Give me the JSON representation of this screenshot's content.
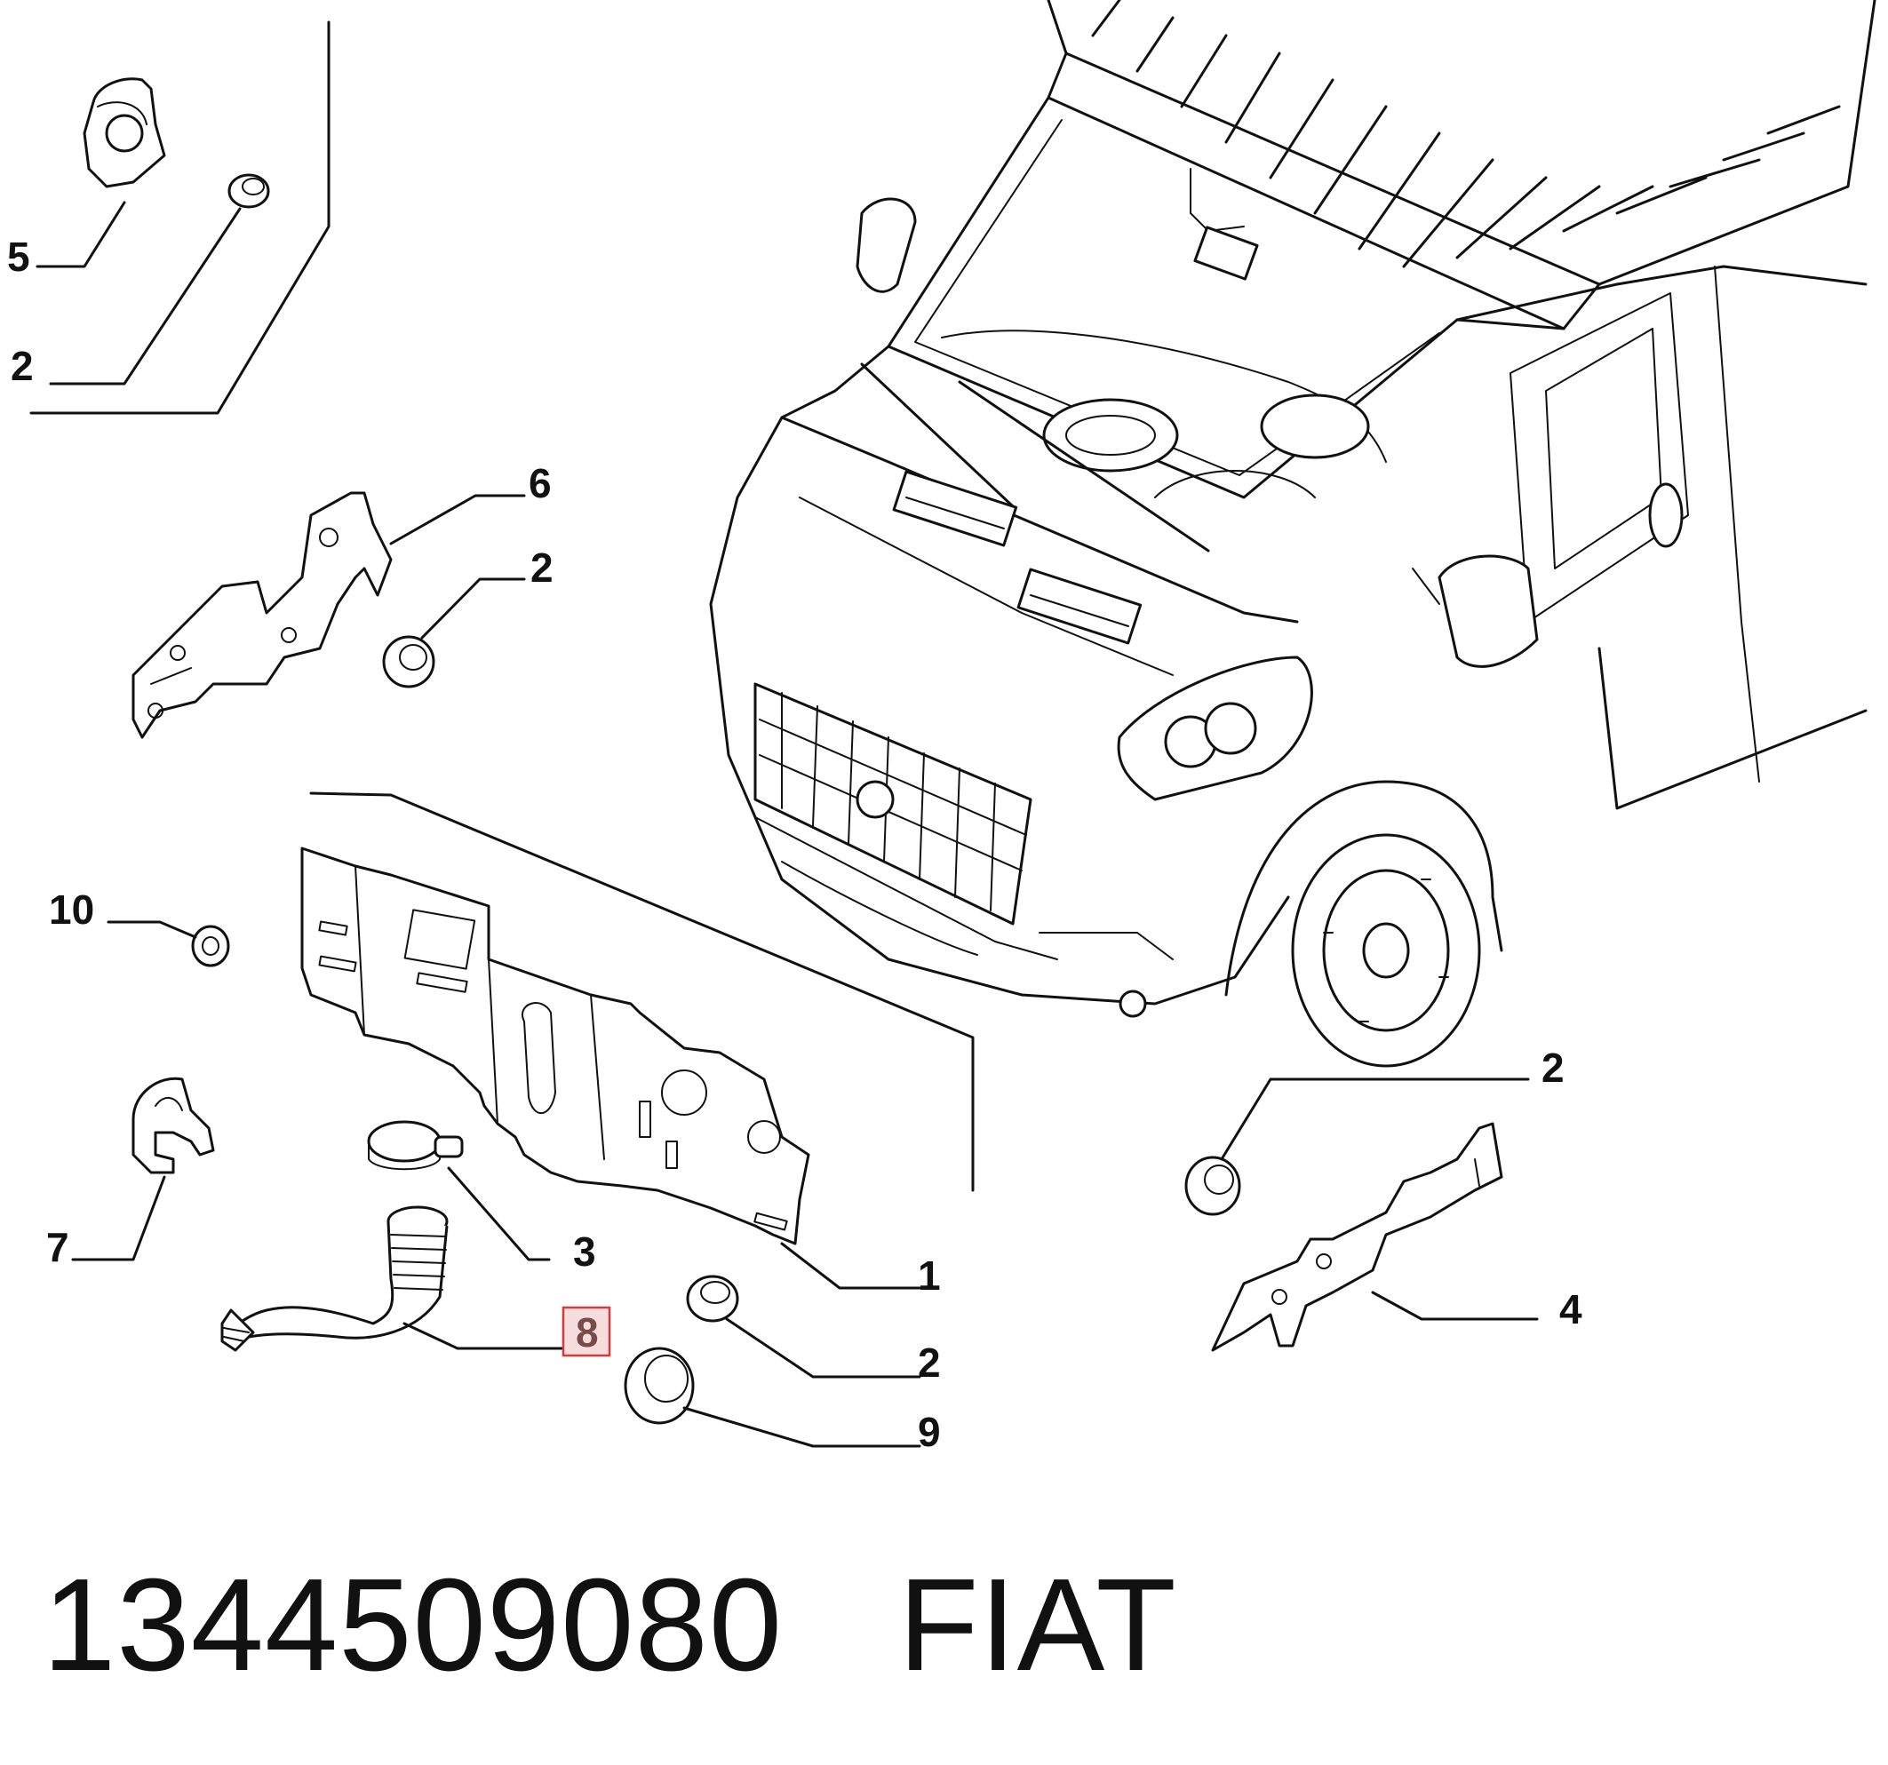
{
  "callouts": {
    "c5": "5",
    "c2a": "2",
    "c6": "6",
    "c2b": "2",
    "c10": "10",
    "c7": "7",
    "c3": "3",
    "c8": "8",
    "c1": "1",
    "c2c": "2",
    "c9": "9",
    "c2d": "2",
    "c4": "4"
  },
  "highlighted_callout": "8",
  "highlight_color": "#d63a3a",
  "caption": {
    "part_number": "1344509080",
    "brand": "FIAT"
  }
}
